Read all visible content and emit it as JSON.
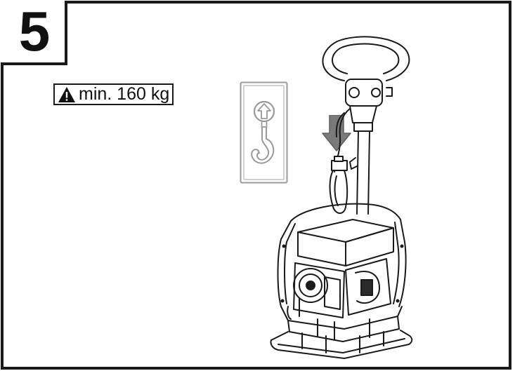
{
  "step": {
    "number": "5"
  },
  "label": {
    "text": "min. 160 kg",
    "icon": "warning-triangle-icon"
  },
  "icons": {
    "lifting_point_sign": "lifting-hook-icon",
    "lifting_direction": "down-arrow-icon",
    "equipment": "plate-compactor-illustration"
  },
  "colors": {
    "line": "#1a1a1a",
    "arrow_fill": "#7a7a7a",
    "sign_stroke": "#9a9a9a"
  }
}
